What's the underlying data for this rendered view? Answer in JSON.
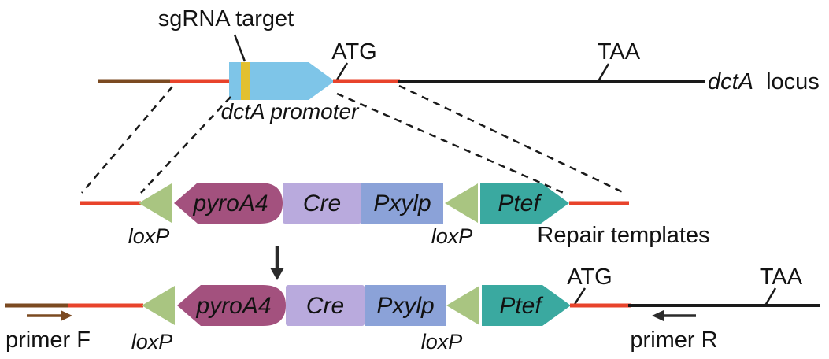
{
  "figure": {
    "description_labels_only": "gene replacement diagram at dctA locus"
  },
  "colors": {
    "brown": "#7B4A21",
    "red": "#E8432B",
    "black_line": "#1A1A1A",
    "promoter_blue": "#7EC5E8",
    "sgrna_yellow": "#E3C02F",
    "loxp_green": "#A9C581",
    "pyroa4_magenta": "#A3517E",
    "cre_lavender": "#B9AADD",
    "pxylp_blue": "#8BA2D8",
    "ptef_teal": "#3AA9A0",
    "arrow_dark": "#2B2B2B"
  },
  "top": {
    "sgrna_label": "sgRNA target",
    "atg": "ATG",
    "taa": "TAA",
    "locus_gene": "dctA",
    "locus_word": "locus",
    "promoter_label": "dctA promoter"
  },
  "cassette": {
    "pyroa4": "pyroA4",
    "cre": "Cre",
    "pxylp": "Pxylp",
    "ptef": "Ptef"
  },
  "middle": {
    "loxp_left": "loxP",
    "loxp_right": "loxP",
    "repair_label": "Repair templates"
  },
  "bottom": {
    "loxp_left": "loxP",
    "loxp_right": "loxP",
    "atg": "ATG",
    "taa": "TAA",
    "primer_f": "primer F",
    "primer_r": "primer R"
  }
}
